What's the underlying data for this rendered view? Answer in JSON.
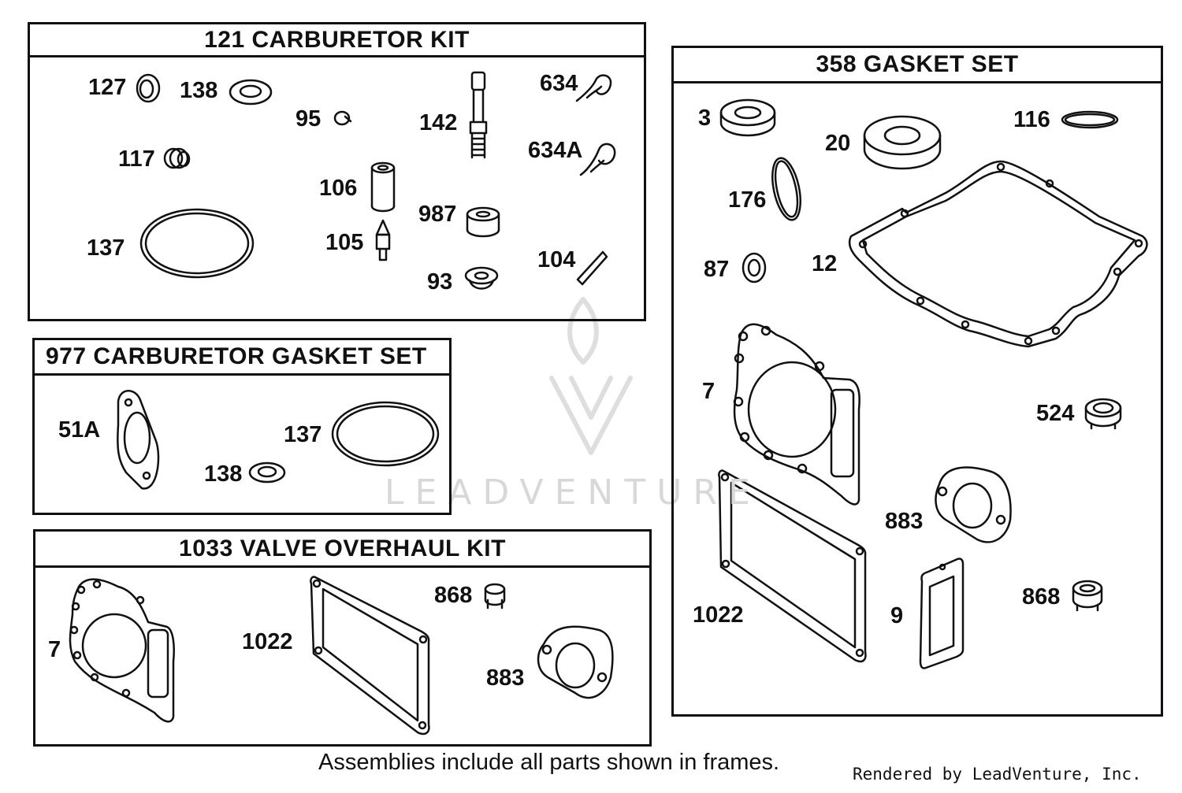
{
  "kits": {
    "carburetor_kit": {
      "title": "121 CARBURETOR KIT",
      "parts": [
        "127",
        "138",
        "95",
        "142",
        "634",
        "117",
        "634A",
        "106",
        "987",
        "137",
        "105",
        "104",
        "93"
      ]
    },
    "gasket_set": {
      "title": "358 GASKET SET",
      "parts": [
        "3",
        "20",
        "116",
        "176",
        "87",
        "12",
        "7",
        "524",
        "883",
        "1022",
        "9",
        "868"
      ]
    },
    "carb_gasket_set": {
      "title": "977 CARBURETOR GASKET SET",
      "parts": [
        "51A",
        "137",
        "138"
      ]
    },
    "valve_kit": {
      "title": "1033 VALVE OVERHAUL KIT",
      "parts": [
        "7",
        "1022",
        "868",
        "883"
      ]
    }
  },
  "footer": {
    "note": "Assemblies include all parts shown in frames.",
    "credit": "Rendered by LeadVenture, Inc."
  },
  "watermark": "LEADVENTURE",
  "colors": {
    "line": "#111111",
    "watermark": "#d8d8d8"
  }
}
